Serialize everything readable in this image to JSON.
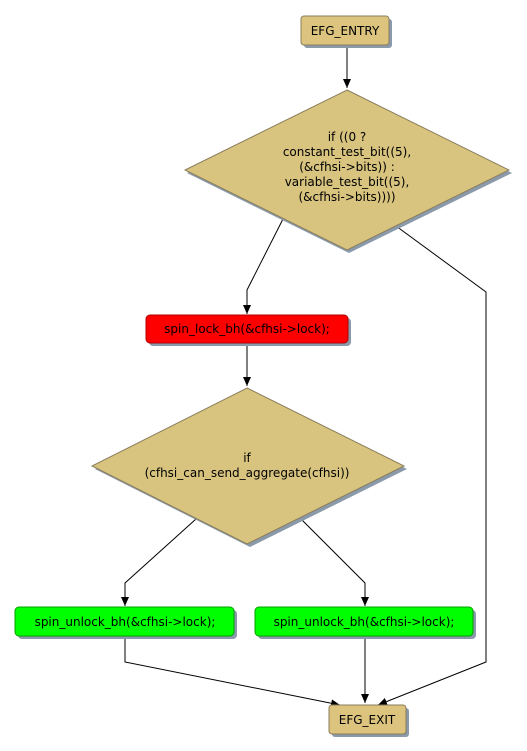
{
  "diagram": {
    "type": "control-flow-graph",
    "colors": {
      "terminal": "#dcc47e",
      "decision": "#d8c47f",
      "lock": "#ff0000",
      "unlock": "#00ff00",
      "edge": "#000000"
    },
    "nodes": {
      "entry": {
        "label": "EFG_ENTRY"
      },
      "cond1": {
        "lines": [
          "if ((0 ?",
          "constant_test_bit((5),",
          "(&cfhsi->bits)) :",
          "variable_test_bit((5),",
          "(&cfhsi->bits))))"
        ]
      },
      "lock": {
        "label": "spin_lock_bh(&cfhsi->lock);"
      },
      "cond2": {
        "lines": [
          "if",
          "(cfhsi_can_send_aggregate(cfhsi))"
        ]
      },
      "unlock_left": {
        "label": "spin_unlock_bh(&cfhsi->lock);"
      },
      "unlock_right": {
        "label": "spin_unlock_bh(&cfhsi->lock);"
      },
      "exit": {
        "label": "EFG_EXIT"
      }
    },
    "edges": [
      {
        "from": "entry",
        "to": "cond1"
      },
      {
        "from": "cond1",
        "to": "lock"
      },
      {
        "from": "cond1",
        "to": "exit"
      },
      {
        "from": "lock",
        "to": "cond2"
      },
      {
        "from": "cond2",
        "to": "unlock_left"
      },
      {
        "from": "cond2",
        "to": "unlock_right"
      },
      {
        "from": "unlock_left",
        "to": "exit"
      },
      {
        "from": "unlock_right",
        "to": "exit"
      }
    ]
  }
}
